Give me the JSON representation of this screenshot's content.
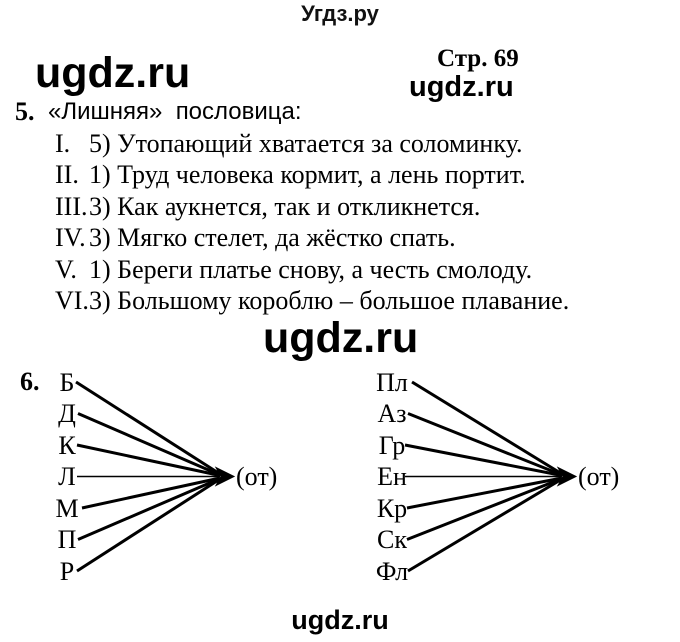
{
  "header": {
    "site_title": "Угдз.ру",
    "page_label": "Стр. 69"
  },
  "watermarks": {
    "left": "ugdz.ru",
    "right": "ugdz.ru",
    "middle": "ugdz.ru",
    "bottom": "ugdz.ru"
  },
  "exercise5": {
    "number": "5.",
    "title": "«Лишняя»  пословица:",
    "items": [
      {
        "roman": "I.",
        "answer": "5) Утопающий хватается за соломинку."
      },
      {
        "roman": "II.",
        "answer": "1) Труд человека кормит, а лень портит."
      },
      {
        "roman": "III.",
        "answer": "3) Как аукнется, так и откликнется."
      },
      {
        "roman": "IV.",
        "answer": "3) Мягко стелет, да жёстко спать."
      },
      {
        "roman": "V.",
        "answer": "1) Береги платье снову, а честь смолоду."
      },
      {
        "roman": "VI.",
        "answer": "3) Большому короблю – большое плавание."
      }
    ]
  },
  "exercise6": {
    "number": "6.",
    "left": {
      "items": [
        "Б",
        "Д",
        "К",
        "Л",
        "М",
        "П",
        "Р"
      ],
      "target": "(от)"
    },
    "right": {
      "items": [
        "Пл",
        "Аз",
        "Гр",
        "Ен",
        "Кр",
        "Ск",
        "Фл"
      ],
      "target": "(от)"
    }
  }
}
